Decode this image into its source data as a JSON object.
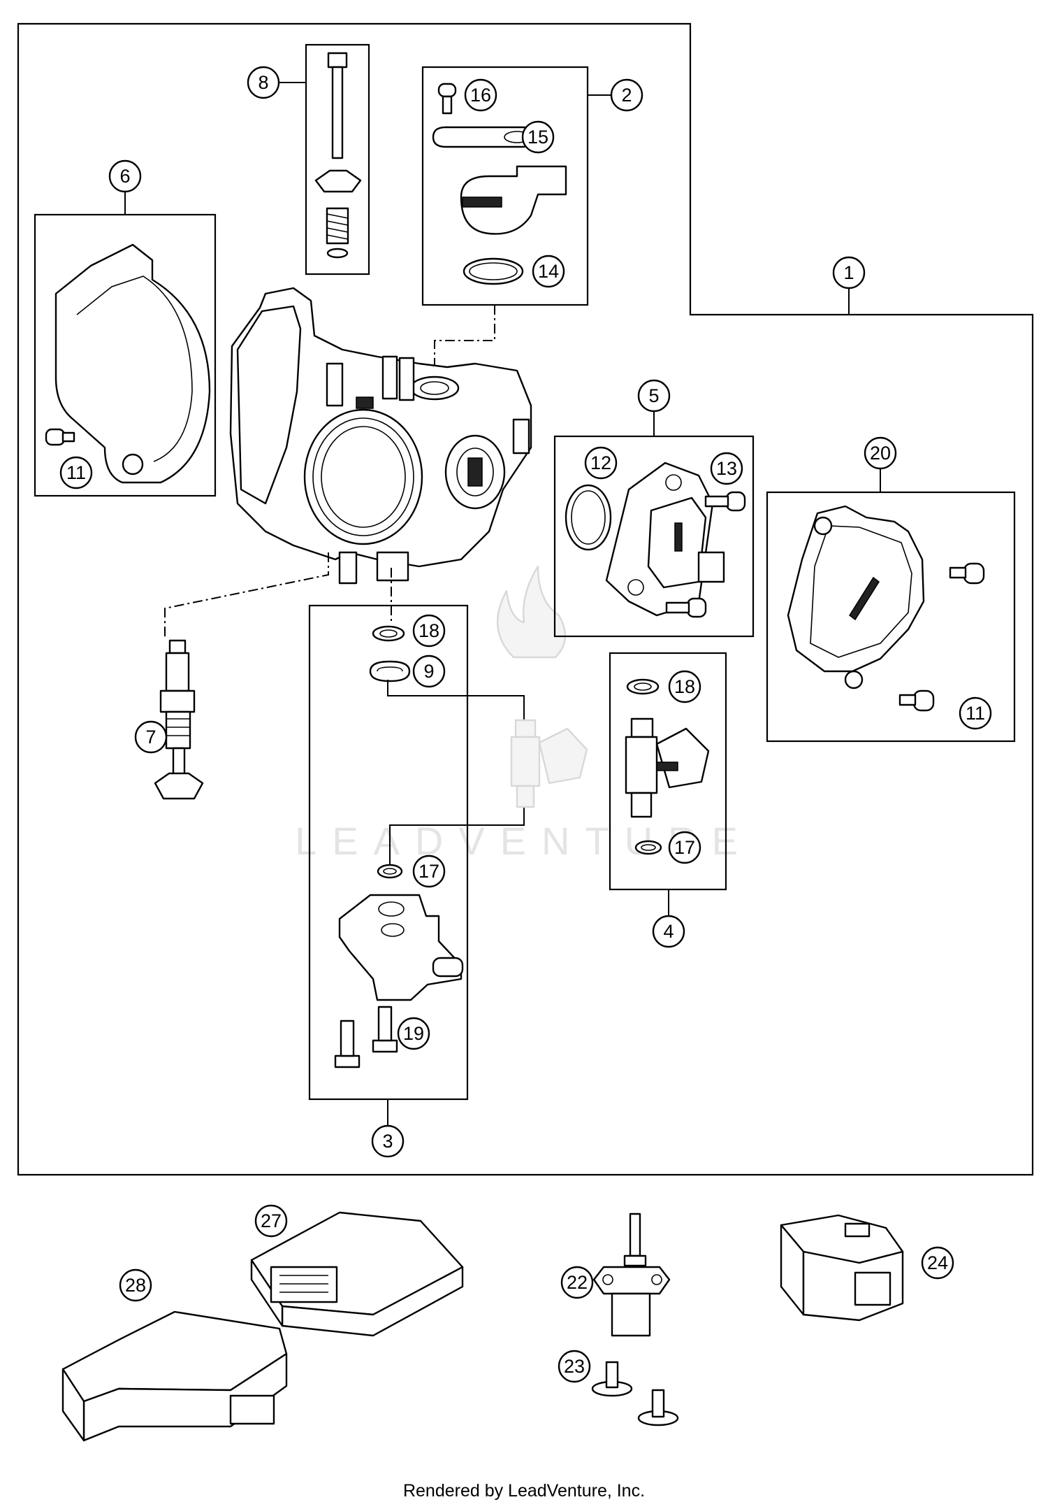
{
  "credit": "Rendered by LeadVenture, Inc.",
  "watermark": "LEADVENTURE",
  "callouts": {
    "c1": "1",
    "c2": "2",
    "c3": "3",
    "c4": "4",
    "c5": "5",
    "c6": "6",
    "c7": "7",
    "c8": "8",
    "c9": "9",
    "c11a": "11",
    "c11b": "11",
    "c12": "12",
    "c13": "13",
    "c14": "14",
    "c15": "15",
    "c16": "16",
    "c17a": "17",
    "c17b": "17",
    "c18a": "18",
    "c18b": "18",
    "c19": "19",
    "c20": "20",
    "c22": "22",
    "c23": "23",
    "c24": "24",
    "c27": "27",
    "c28": "28"
  }
}
